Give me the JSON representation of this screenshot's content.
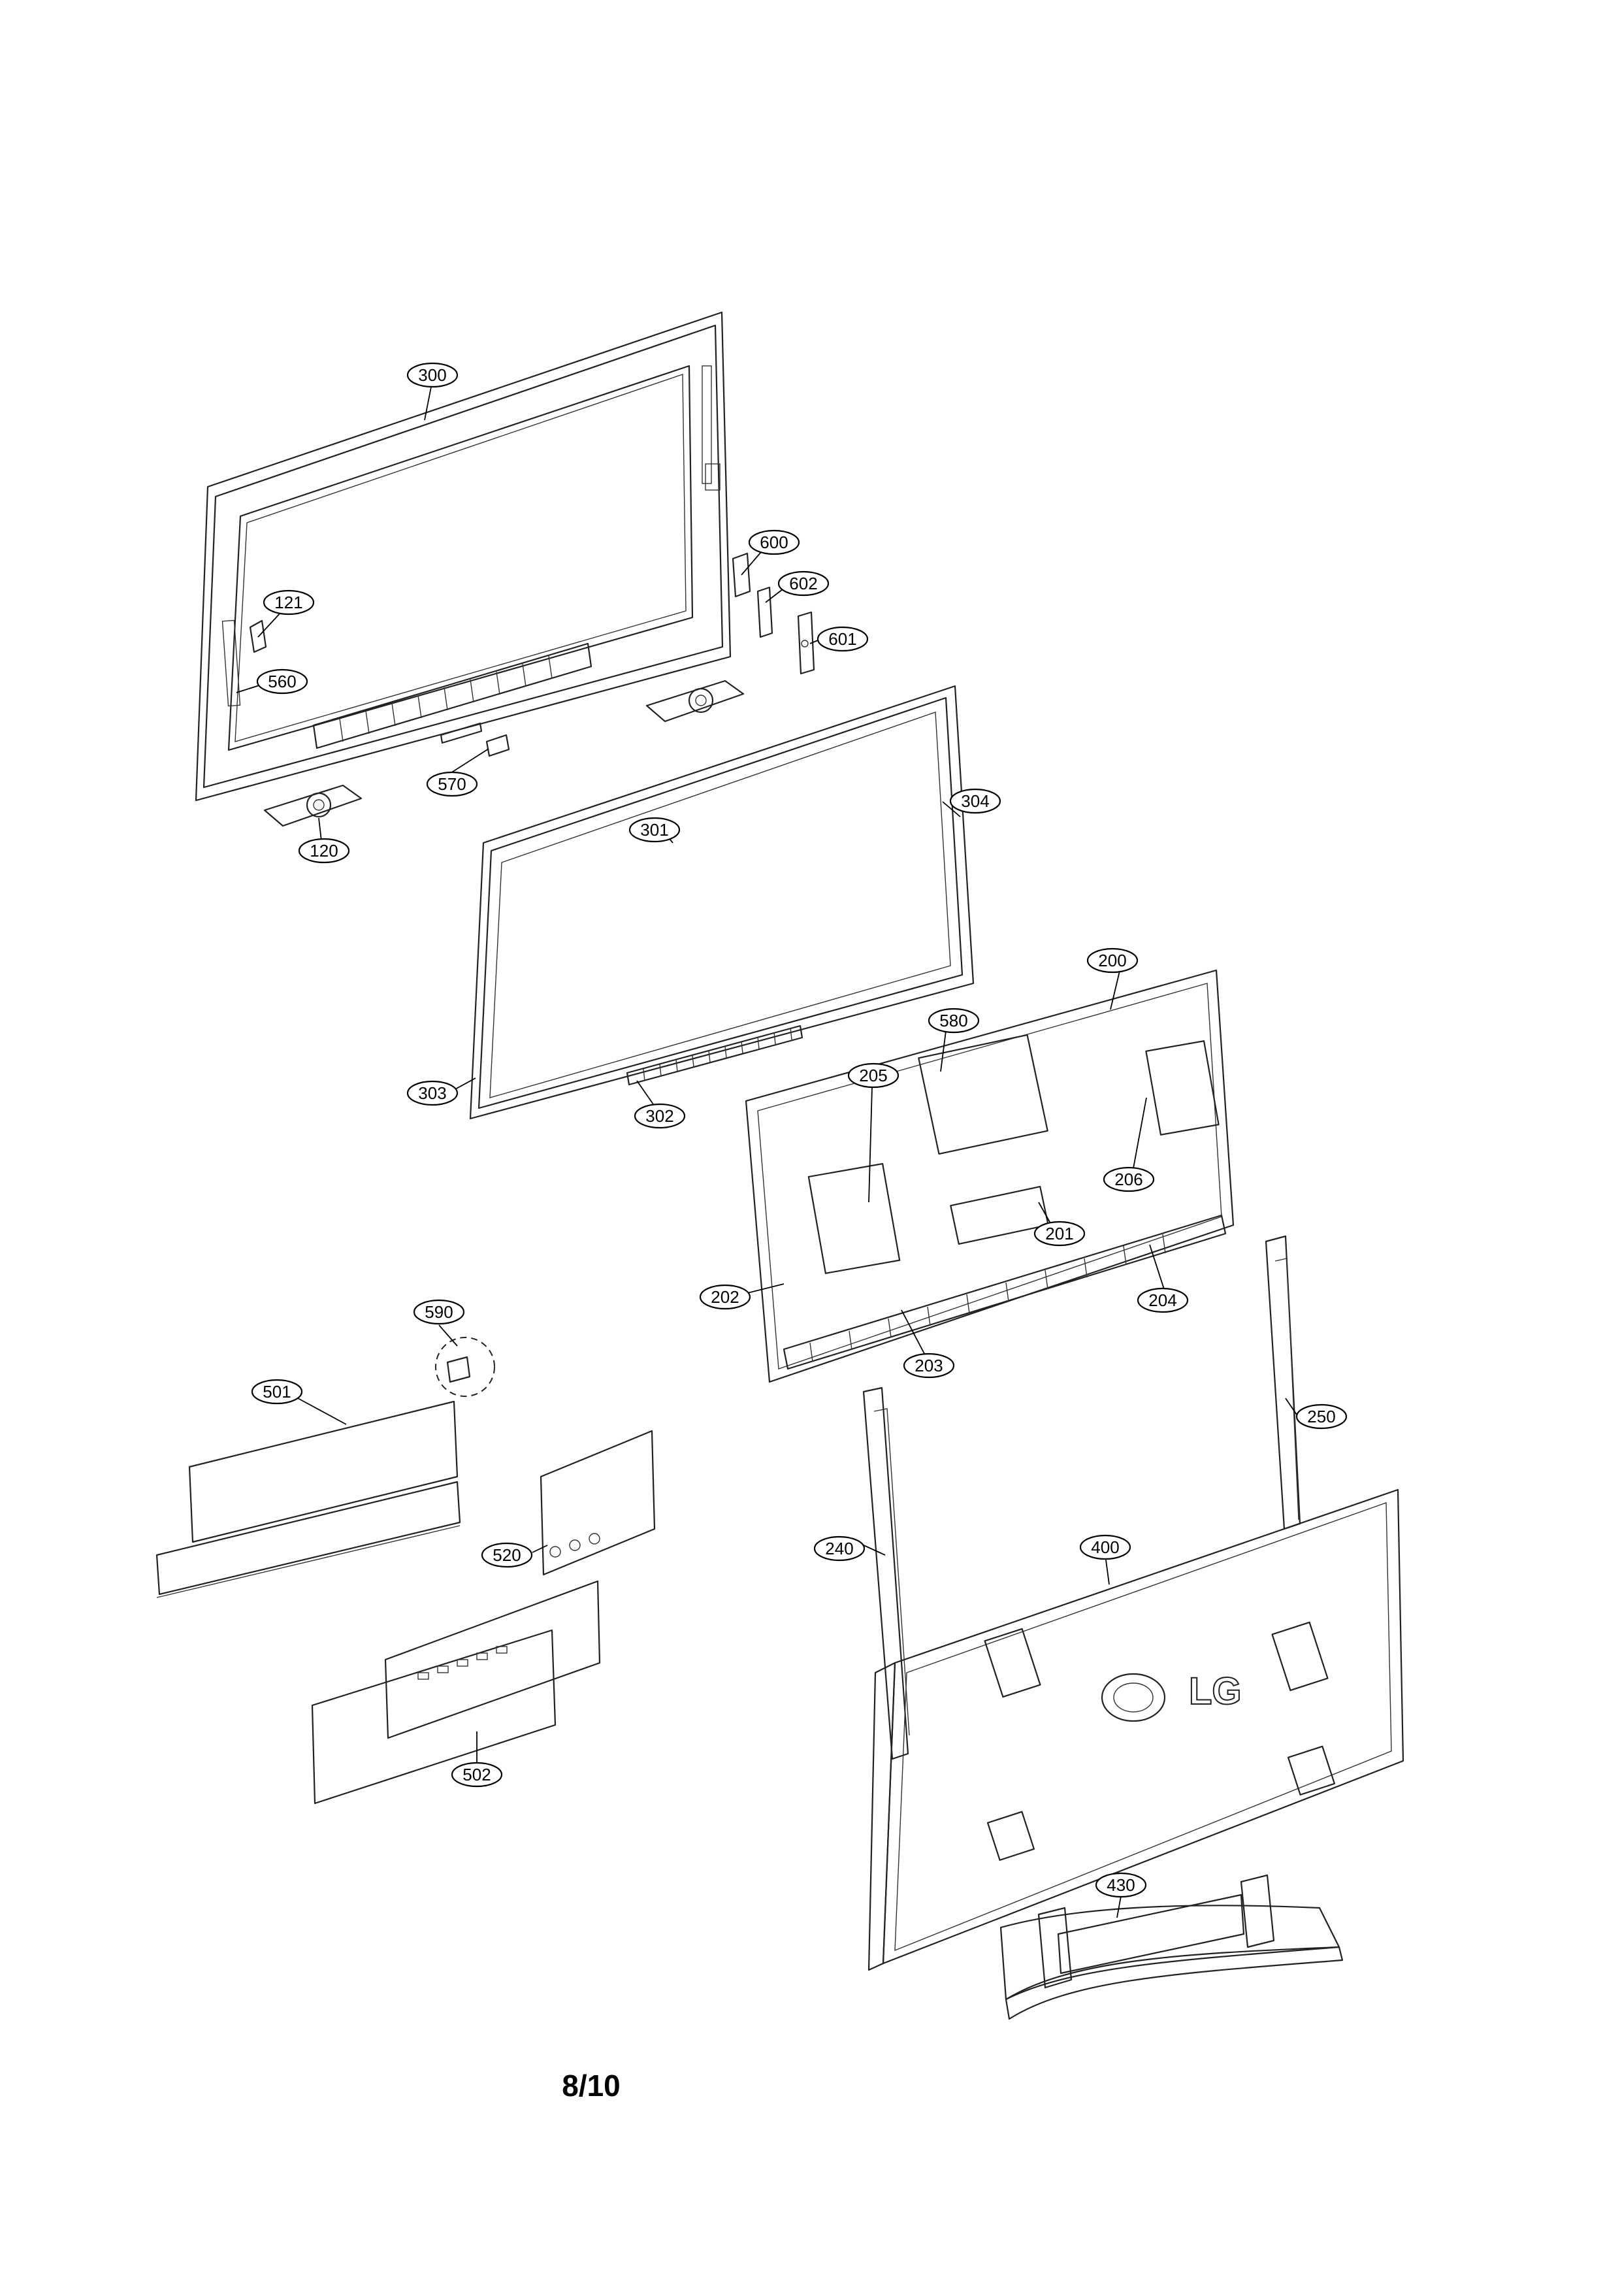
{
  "page_number": "8/10",
  "brand_logo_text": "LG",
  "callouts": [
    {
      "id": "300",
      "label": "300"
    },
    {
      "id": "600",
      "label": "600"
    },
    {
      "id": "602",
      "label": "602"
    },
    {
      "id": "601",
      "label": "601"
    },
    {
      "id": "121",
      "label": "121"
    },
    {
      "id": "560",
      "label": "560"
    },
    {
      "id": "570",
      "label": "570"
    },
    {
      "id": "120",
      "label": "120"
    },
    {
      "id": "301",
      "label": "301"
    },
    {
      "id": "304",
      "label": "304"
    },
    {
      "id": "303",
      "label": "303"
    },
    {
      "id": "302",
      "label": "302"
    },
    {
      "id": "200",
      "label": "200"
    },
    {
      "id": "580",
      "label": "580"
    },
    {
      "id": "205",
      "label": "205"
    },
    {
      "id": "206",
      "label": "206"
    },
    {
      "id": "201",
      "label": "201"
    },
    {
      "id": "202",
      "label": "202"
    },
    {
      "id": "204",
      "label": "204"
    },
    {
      "id": "203",
      "label": "203"
    },
    {
      "id": "590",
      "label": "590"
    },
    {
      "id": "501",
      "label": "501"
    },
    {
      "id": "520",
      "label": "520"
    },
    {
      "id": "502",
      "label": "502"
    },
    {
      "id": "240",
      "label": "240"
    },
    {
      "id": "250",
      "label": "250"
    },
    {
      "id": "400",
      "label": "400"
    },
    {
      "id": "430",
      "label": "430"
    }
  ]
}
